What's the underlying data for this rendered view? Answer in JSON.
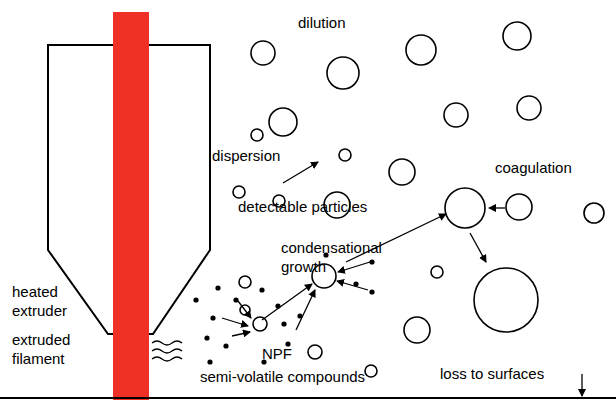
{
  "diagram": {
    "labels": [
      "dilution",
      "dispersion",
      "coagulation",
      "detectable particles",
      "condensational growth",
      "heated extruder",
      "extruded filament",
      "NPF",
      "semi-volatile compounds",
      "loss to surfaces"
    ]
  }
}
